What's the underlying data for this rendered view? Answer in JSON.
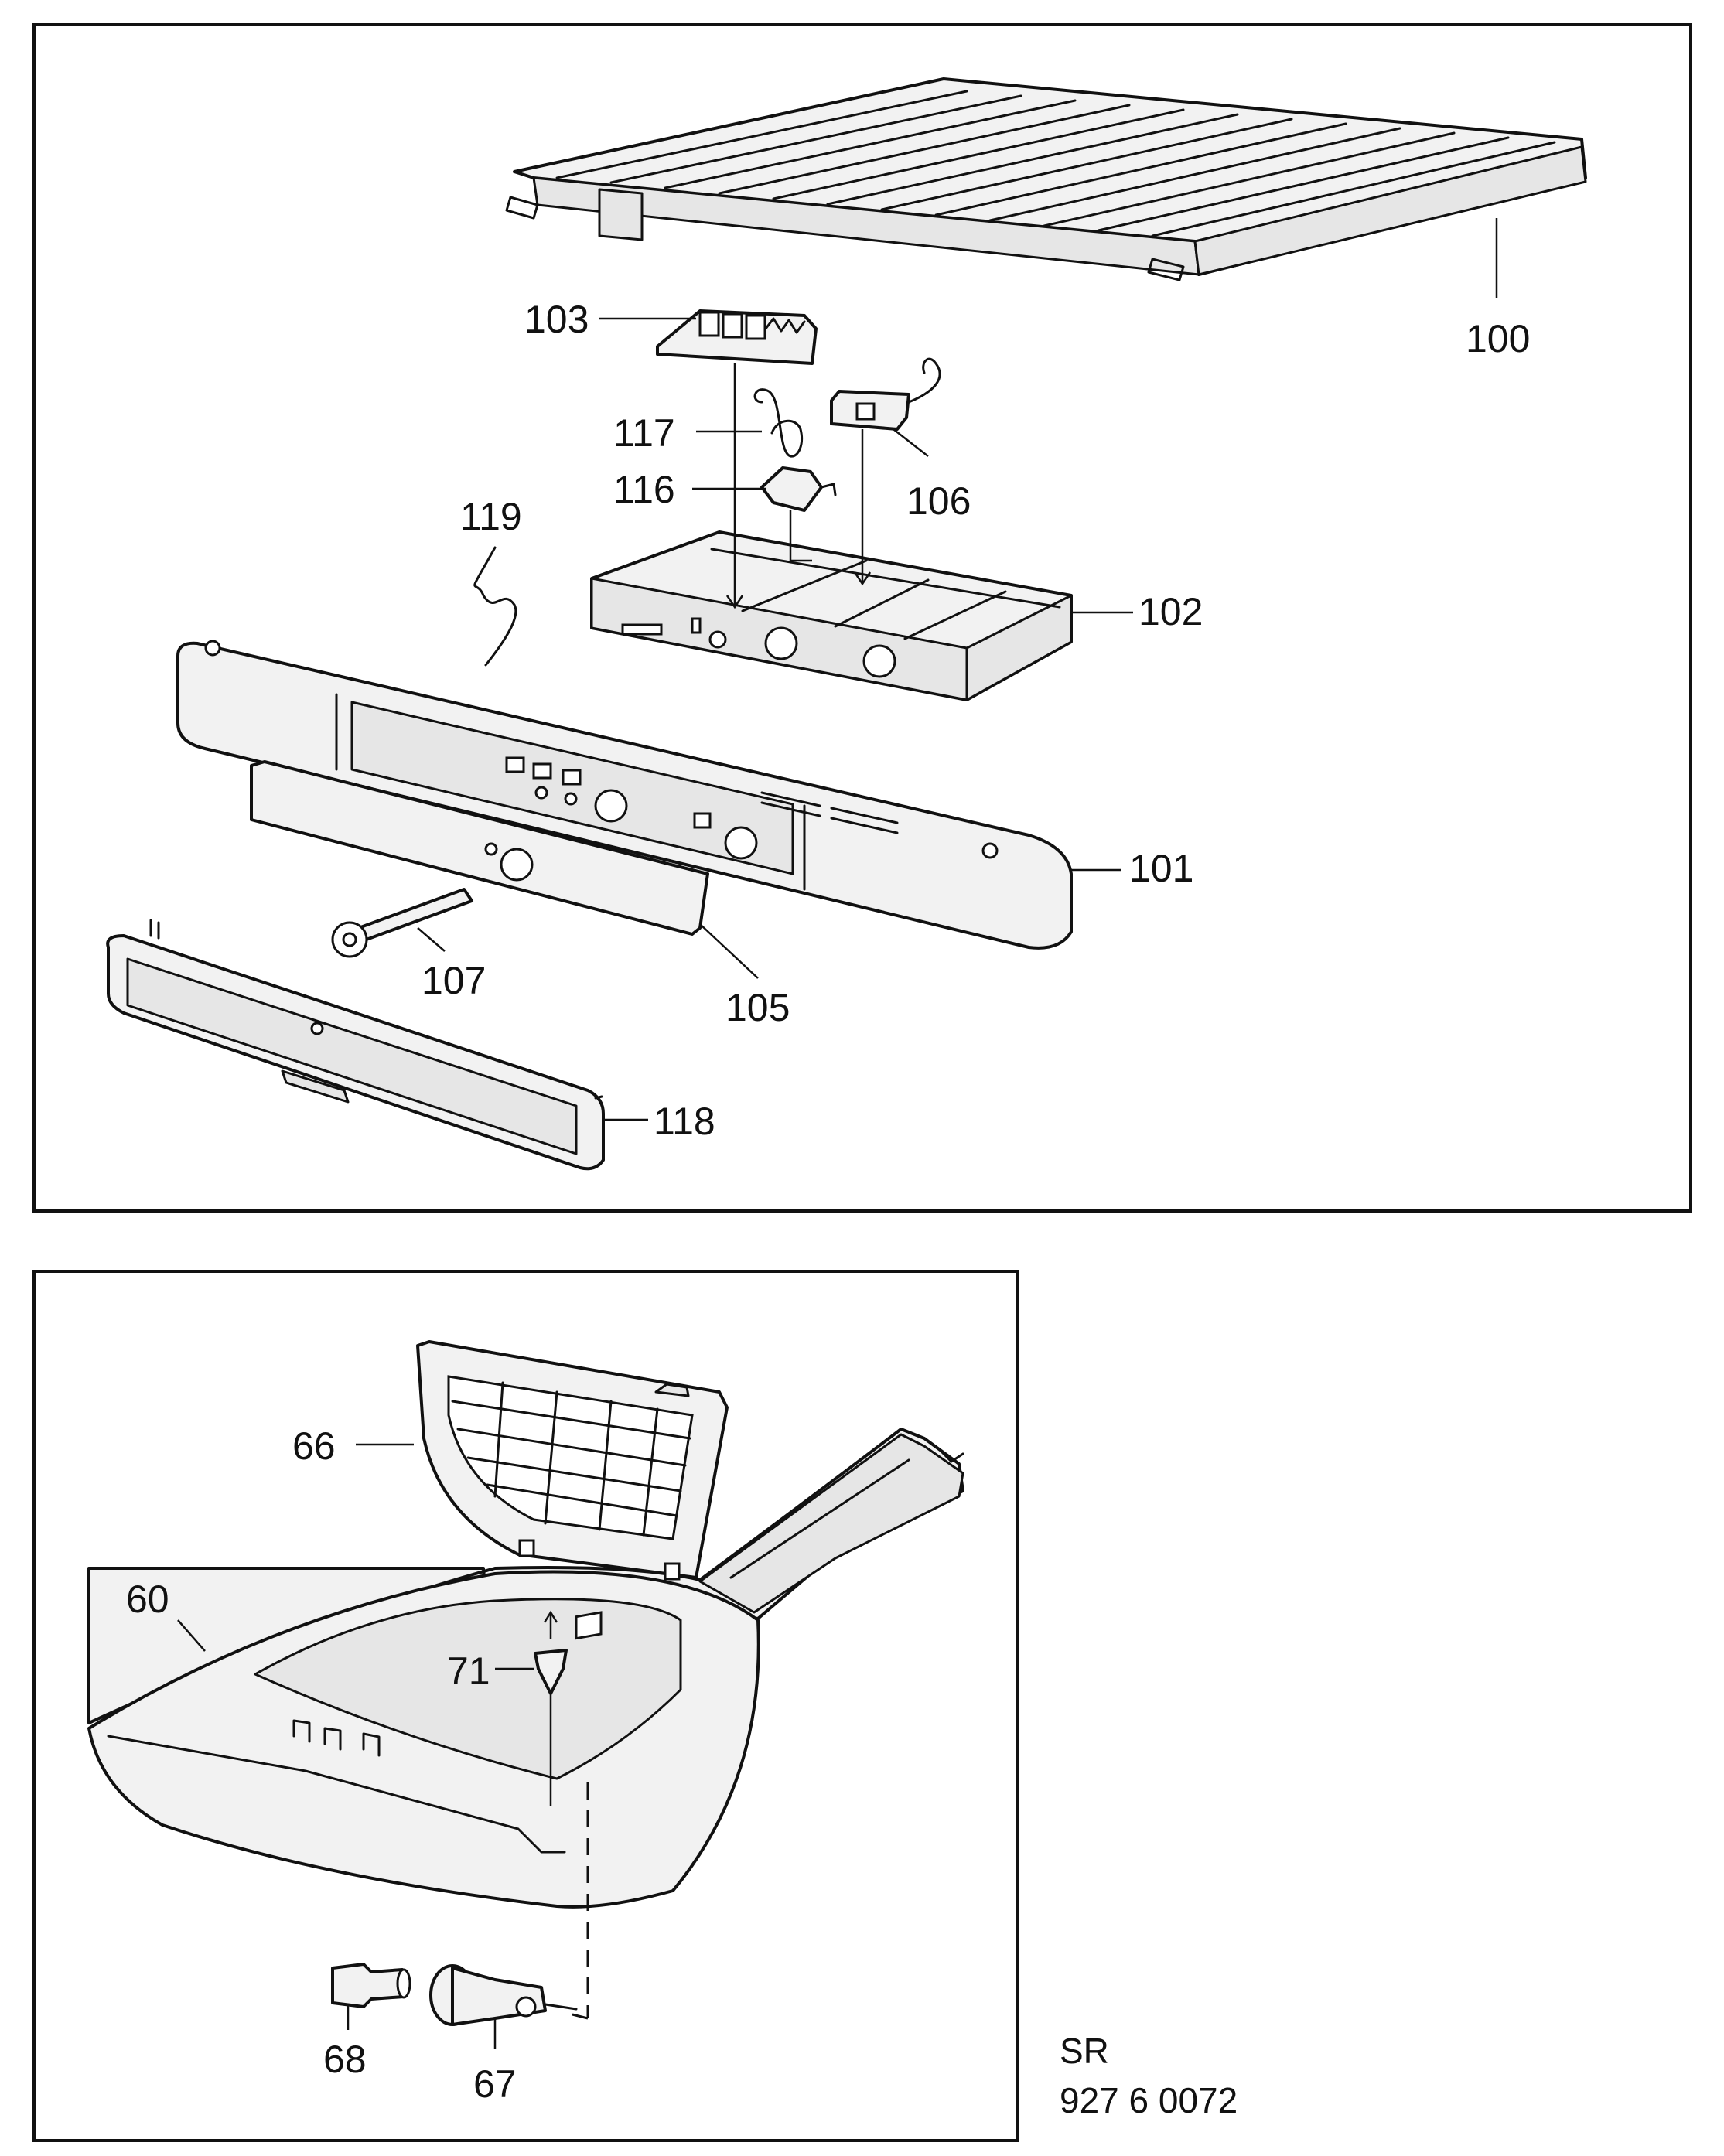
{
  "top_panel": {
    "callouts": [
      "100",
      "101",
      "102",
      "103",
      "105",
      "106",
      "107",
      "116",
      "117",
      "118",
      "119"
    ]
  },
  "bottom_panel": {
    "callouts": [
      "60",
      "66",
      "67",
      "68",
      "71"
    ]
  },
  "footer": {
    "line1": "SR",
    "line2": "927 6 0072"
  }
}
